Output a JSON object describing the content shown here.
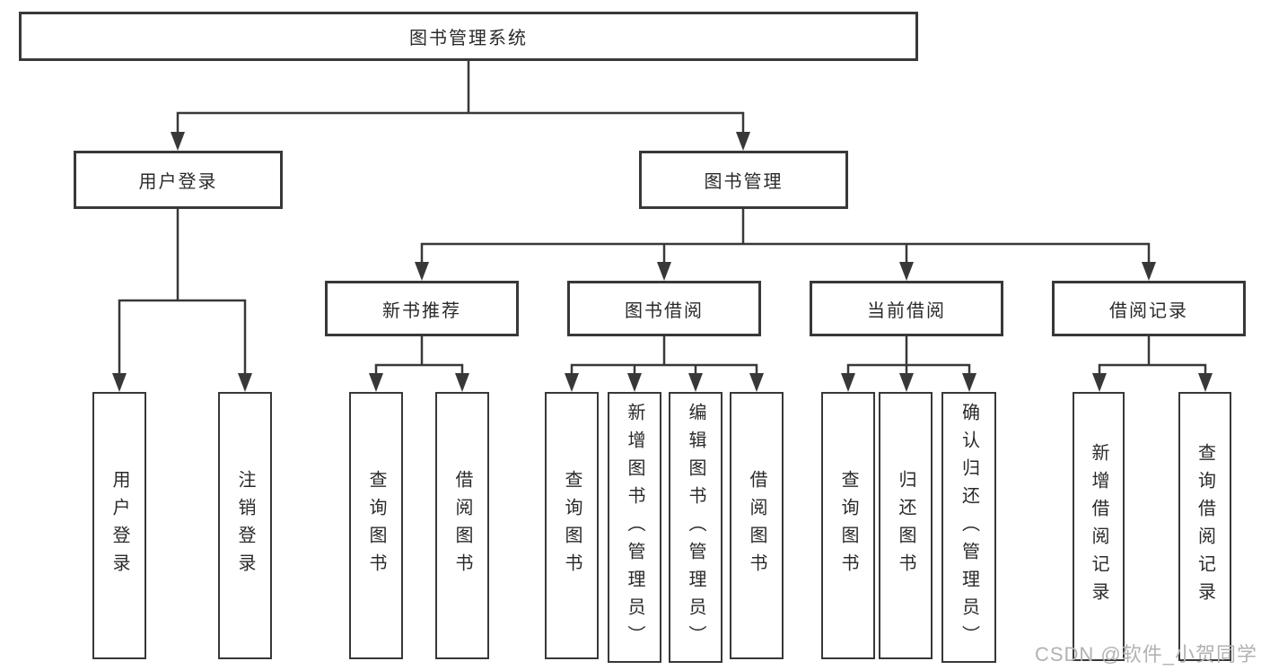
{
  "diagram": {
    "title": "图书管理系统",
    "root": {
      "label": "图书管理系统"
    },
    "branches": [
      {
        "label": "用户登录",
        "children": [
          {
            "label": "用户登录"
          },
          {
            "label": "注销登录"
          }
        ]
      },
      {
        "label": "图书管理",
        "children": [
          {
            "label": "新书推荐",
            "children": [
              {
                "label": "查询图书"
              },
              {
                "label": "借阅图书"
              }
            ]
          },
          {
            "label": "图书借阅",
            "children": [
              {
                "label": "查询图书"
              },
              {
                "label": "新增图书（管理员）"
              },
              {
                "label": "编辑图书（管理员）"
              },
              {
                "label": "借阅图书"
              }
            ]
          },
          {
            "label": "当前借阅",
            "children": [
              {
                "label": "查询图书"
              },
              {
                "label": "归还图书"
              },
              {
                "label": "确认归还（管理员）"
              }
            ]
          },
          {
            "label": "借阅记录",
            "children": [
              {
                "label": "新增借阅记录"
              },
              {
                "label": "查询借阅记录"
              }
            ]
          }
        ]
      }
    ]
  },
  "watermark": {
    "text": "CSDN @软件_小贺同学"
  },
  "colors": {
    "line": "#383838",
    "text": "#2a2a2a",
    "background": "#ffffff",
    "watermark": "#b2b2b2"
  }
}
